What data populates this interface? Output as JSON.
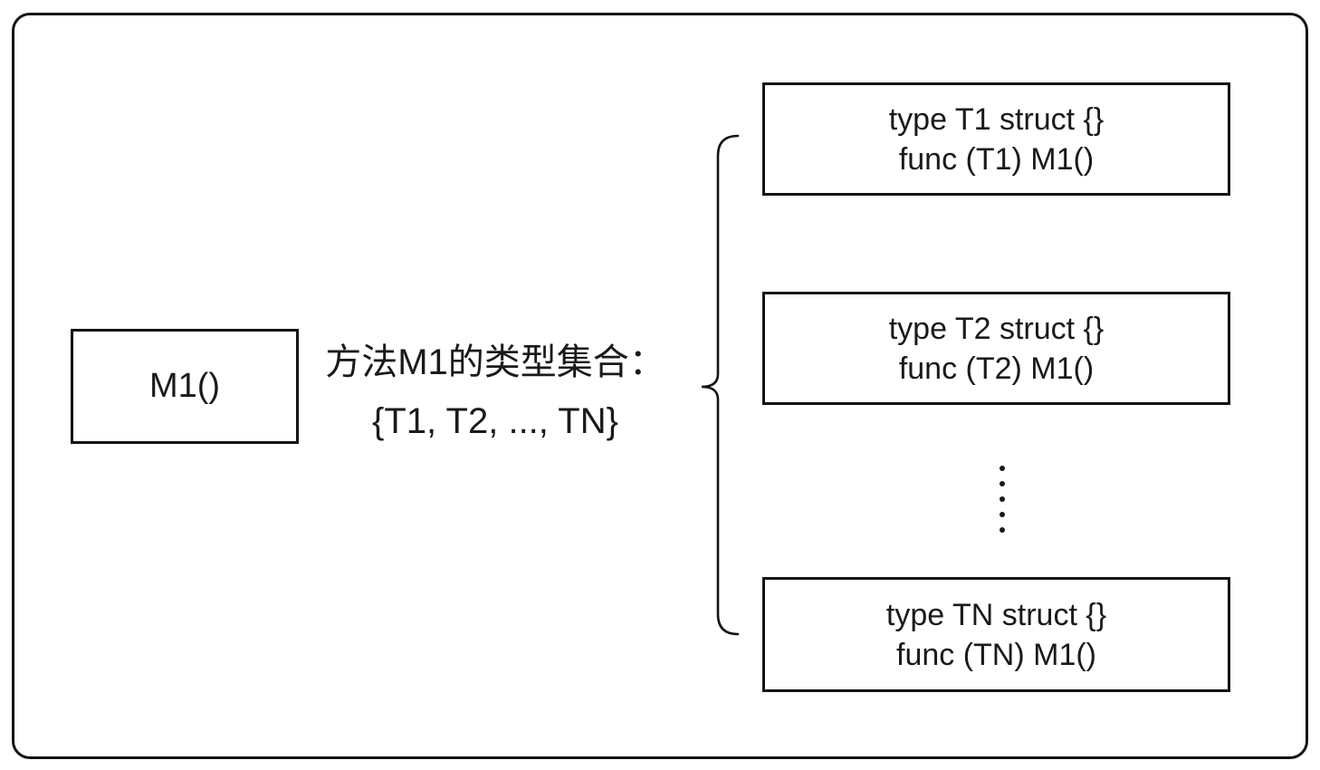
{
  "diagram": {
    "title_hint": "Go method type set diagram",
    "method_box": {
      "label": "M1()"
    },
    "set_label": {
      "line1": "方法M1的类型集合：",
      "line2": "{T1, T2, ..., TN}"
    },
    "type_boxes": [
      {
        "id": "T1",
        "line1": "type T1 struct {}",
        "line2": "func (T1) M1()"
      },
      {
        "id": "T2",
        "line1": "type T2 struct {}",
        "line2": "func (T2) M1()"
      },
      {
        "id": "TN",
        "line1": "type TN struct {}",
        "line2": "func (TN) M1()"
      }
    ],
    "colors": {
      "line": "#141414",
      "text": "#1a1a1a",
      "background": "#ffffff"
    }
  }
}
